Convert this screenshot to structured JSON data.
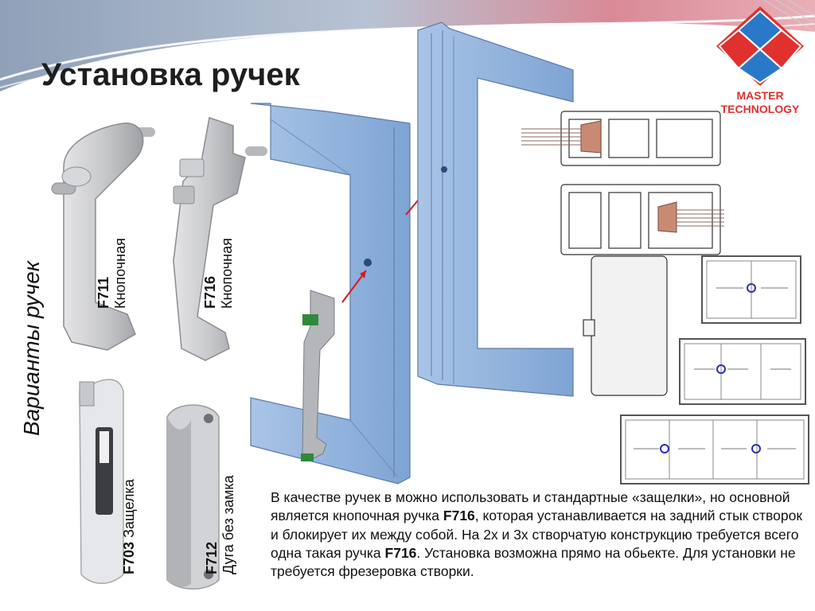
{
  "title": "Установка ручек",
  "logo": {
    "line1": "MASTER",
    "line2": "TECHNOLOGY"
  },
  "side_heading": "Варианты  ручек",
  "handles": [
    {
      "code": "F711",
      "desc": "Кнопочная"
    },
    {
      "code": "F716",
      "desc": "Кнопочная"
    },
    {
      "code": "F703",
      "desc": "Защелка"
    },
    {
      "code": "F712",
      "desc": "Дуга без замка"
    }
  ],
  "paragraph": {
    "p1": "В качестве ручек в можно использовать и стандартные «защелки», но основной является кнопочная ручка ",
    "b1": "F716",
    "p2": ", которая устанавливается на задний стык створок и блокирует их между собой. На 2х и 3х створчатую конструкцию требуется всего одна такая ручка ",
    "b2": "F716",
    "p3": ". Установка возможна прямо на обьекте. Для установки не требуется фрезеровка створки."
  },
  "colors": {
    "frame_blue": "#8fb2dd",
    "logo_red": "#e0312e",
    "logo_blue": "#2a78c8",
    "marker": "#2b2fb0",
    "arrow": "#d41c1c"
  }
}
